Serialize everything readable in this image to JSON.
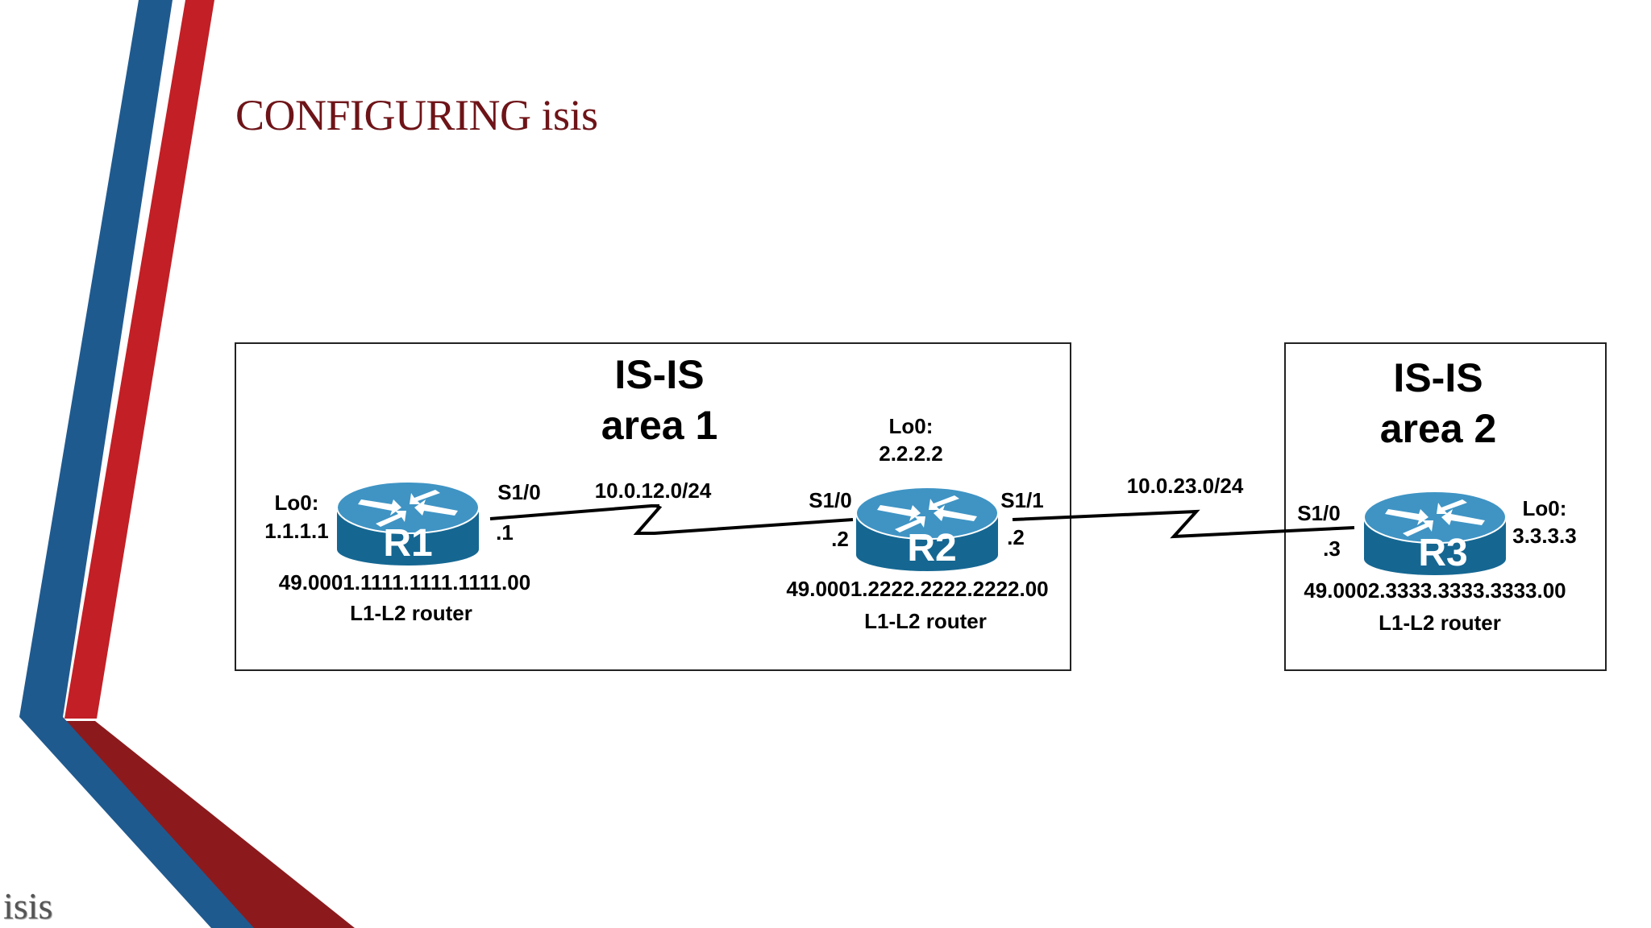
{
  "slide": {
    "title": "CONFIGURING isis",
    "footer": "isis",
    "colors": {
      "title": "#6e1418",
      "stripe_blue": "#1f5a8f",
      "stripe_red": "#c21f26",
      "router": "#1a6f9b"
    }
  },
  "diagram": {
    "areas": [
      {
        "line1": "IS-IS",
        "line2": "area 1"
      },
      {
        "line1": "IS-IS",
        "line2": "area 2"
      }
    ],
    "routers": [
      {
        "name": "R1",
        "lo_label": "Lo0:",
        "lo_ip": "1.1.1.1",
        "net": "49.0001.1111.1111.1111.00",
        "role": "L1-L2 router"
      },
      {
        "name": "R2",
        "lo_label": "Lo0:",
        "lo_ip": "2.2.2.2",
        "net": "49.0001.2222.2222.2222.00",
        "role": "L1-L2 router"
      },
      {
        "name": "R3",
        "lo_label": "Lo0:",
        "lo_ip": "3.3.3.3",
        "net": "49.0002.3333.3333.3333.00",
        "role": "L1-L2 router"
      }
    ],
    "links": [
      {
        "subnet": "10.0.12.0/24",
        "a_if": "S1/0",
        "a_host": ".1",
        "b_if": "S1/0",
        "b_host": ".2"
      },
      {
        "subnet": "10.0.23.0/24",
        "a_if": "S1/1",
        "a_host": ".2",
        "b_if": "S1/0",
        "b_host": ".3"
      }
    ]
  }
}
